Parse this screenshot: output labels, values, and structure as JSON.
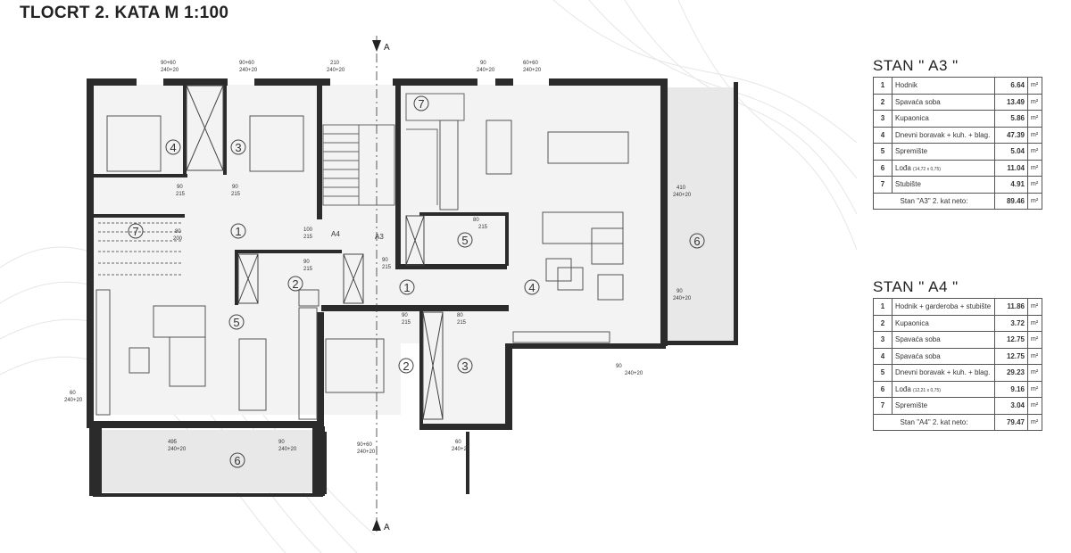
{
  "title": "TLOCRT 2. KATA M 1:100",
  "section_marker": "A",
  "rooms": {
    "a4_4": "4",
    "a4_3": "3",
    "a4_7": "7",
    "a4_1": "1",
    "a4_2": "2",
    "a4_5": "5",
    "a4_6": "6",
    "a3_7": "7",
    "a3_5": "5",
    "a3_1": "1",
    "a3_4": "4",
    "a3_6": "6",
    "a3_2": "2",
    "a3_3": "3"
  },
  "door_tags": {
    "a4": "A4",
    "a3": "A3"
  },
  "dims": [
    "90+60",
    "240+20",
    "90+60",
    "240+20",
    "210",
    "240+20",
    "90",
    "240+20",
    "60+60",
    "240+20",
    "90",
    "215",
    "90",
    "215",
    "80",
    "200",
    "100",
    "215",
    "90",
    "215",
    "90",
    "215",
    "80",
    "215",
    "410",
    "240+20",
    "90",
    "240+20",
    "90",
    "240+20",
    "90",
    "215",
    "80",
    "215",
    "60",
    "240+20",
    "495",
    "240+20",
    "90",
    "240+20",
    "90+60",
    "240+20",
    "60",
    "240+20"
  ],
  "table_a3": {
    "title": "STAN   \" A3 \"",
    "unit": "m²",
    "rows": [
      {
        "n": "1",
        "name": "Hodnik",
        "note": "",
        "area": "6.64"
      },
      {
        "n": "2",
        "name": "Spavaća soba",
        "note": "",
        "area": "13.49"
      },
      {
        "n": "3",
        "name": "Kupaonica",
        "note": "",
        "area": "5.86"
      },
      {
        "n": "4",
        "name": "Dnevni boravak + kuh. + blag.",
        "note": "",
        "area": "47.39"
      },
      {
        "n": "5",
        "name": "Spremište",
        "note": "",
        "area": "5.04"
      },
      {
        "n": "6",
        "name": "Lođa",
        "note": "(14,72 x 0,75)",
        "area": "11.04"
      },
      {
        "n": "7",
        "name": "Stubište",
        "note": "",
        "area": "4.91"
      }
    ],
    "total_label": "Stan \"A3\" 2. kat neto:",
    "total": "89.46"
  },
  "table_a4": {
    "title": "STAN   \" A4 \"",
    "unit": "m²",
    "rows": [
      {
        "n": "1",
        "name": "Hodnik + garderoba + stubište",
        "note": "",
        "area": "11.86"
      },
      {
        "n": "2",
        "name": "Kupaonica",
        "note": "",
        "area": "3.72"
      },
      {
        "n": "3",
        "name": "Spavaća soba",
        "note": "",
        "area": "12.75"
      },
      {
        "n": "4",
        "name": "Spavaća soba",
        "note": "",
        "area": "12.75"
      },
      {
        "n": "5",
        "name": "Dnevni boravak + kuh. + blag.",
        "note": "",
        "area": "29.23"
      },
      {
        "n": "6",
        "name": "Lođa",
        "note": "(12,21 x 0,75)",
        "area": "9.16"
      },
      {
        "n": "7",
        "name": "Spremište",
        "note": "",
        "area": "3.04"
      }
    ],
    "total_label": "Stan \"A4\" 2. kat neto:",
    "total": "79.47"
  }
}
